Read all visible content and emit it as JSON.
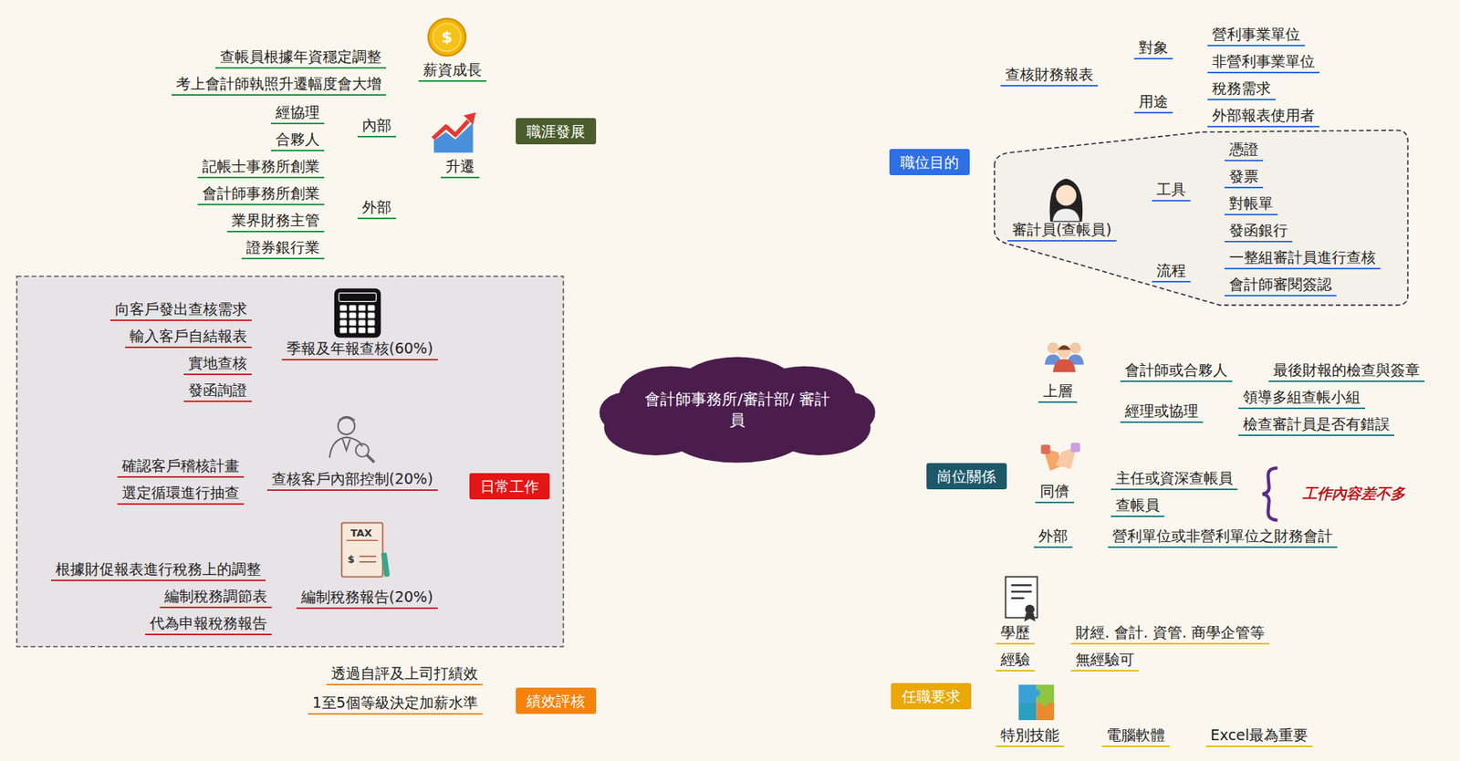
{
  "diagram": {
    "nodes": [
      {
        "text": [
          "會計師事務所/審計部/ 審計員"
        ]
      },
      {
        "text": [
          "職位目的"
        ]
      },
      {
        "text": [
          "查核財務報表"
        ]
      },
      {
        "text": [
          "對象"
        ]
      },
      {
        "text": [
          "營利事業單位"
        ]
      },
      {
        "text": [
          "非營利事業單位"
        ]
      },
      {
        "text": [
          "用途"
        ]
      },
      {
        "text": [
          "稅務需求"
        ]
      },
      {
        "text": [
          "外部報表使用者"
        ]
      },
      {
        "text": [
          "審計員(查帳員)"
        ]
      },
      {
        "text": [
          "工具"
        ]
      },
      {
        "text": [
          "憑證"
        ]
      },
      {
        "text": [
          "發票"
        ]
      },
      {
        "text": [
          "對帳單"
        ]
      },
      {
        "text": [
          "發函銀行"
        ]
      },
      {
        "text": [
          "流程"
        ]
      },
      {
        "text": [
          "一整組審計員進行查核"
        ]
      },
      {
        "text": [
          "會計師審閱簽認"
        ]
      },
      {
        "text": [
          "崗位關係"
        ]
      },
      {
        "text": [
          "上層"
        ]
      },
      {
        "text": [
          "會計師或合夥人"
        ]
      },
      {
        "text": [
          "最後財報的檢查與簽章"
        ]
      },
      {
        "text": [
          "經理或協理"
        ]
      },
      {
        "text": [
          "領導多組查帳小組"
        ]
      },
      {
        "text": [
          "檢查審計員是否有錯誤"
        ]
      },
      {
        "text": [
          "同儕"
        ]
      },
      {
        "text": [
          "主任或資深查帳員"
        ]
      },
      {
        "text": [
          "查帳員"
        ]
      },
      {
        "text": [
          "外部"
        ]
      },
      {
        "text": [
          "營利單位或非營利單位之財務會計"
        ]
      },
      {
        "text": [
          "任職要求"
        ]
      },
      {
        "text": [
          "學歷"
        ]
      },
      {
        "text": [
          "財經. 會計. 資管. 商學企管等"
        ]
      },
      {
        "text": [
          "經驗"
        ]
      },
      {
        "text": [
          "無經驗可"
        ]
      },
      {
        "text": [
          "特別技能"
        ]
      },
      {
        "text": [
          "電腦軟體"
        ]
      },
      {
        "text": [
          "Excel最為重要"
        ]
      },
      {
        "text": [
          "職涯發展"
        ]
      },
      {
        "text": [
          "薪資成長"
        ]
      },
      {
        "text": [
          "查帳員根據年資穩定調整"
        ]
      },
      {
        "text": [
          "考上會計師執照升遷幅度會大增"
        ]
      },
      {
        "text": [
          "升遷"
        ]
      },
      {
        "text": [
          "內部"
        ]
      },
      {
        "text": [
          "經協理"
        ]
      },
      {
        "text": [
          "合夥人"
        ]
      },
      {
        "text": [
          "外部"
        ]
      },
      {
        "text": [
          "記帳士事務所創業"
        ]
      },
      {
        "text": [
          "會計師事務所創業"
        ]
      },
      {
        "text": [
          "業界財務主管"
        ]
      },
      {
        "text": [
          "證券銀行業"
        ]
      },
      {
        "text": [
          "日常工作"
        ]
      },
      {
        "text": [
          "季報及年報查核(60%)"
        ]
      },
      {
        "text": [
          "向客戶發出查核需求"
        ]
      },
      {
        "text": [
          "輸入客戶自結報表"
        ]
      },
      {
        "text": [
          "實地查核"
        ]
      },
      {
        "text": [
          "發函詢證"
        ]
      },
      {
        "text": [
          "查核客戶內部控制(20%)"
        ]
      },
      {
        "text": [
          "確認客戶稽核計畫"
        ]
      },
      {
        "text": [
          "選定循環進行抽查"
        ]
      },
      {
        "text": [
          "編制稅務報告(20%)"
        ]
      },
      {
        "text": [
          "根據財促報表進行稅務上的調整"
        ]
      },
      {
        "text": [
          "編制稅務調節表"
        ]
      },
      {
        "text": [
          "代為申報稅務報告"
        ]
      },
      {
        "text": [
          "績效評核"
        ]
      },
      {
        "text": [
          "透過自評及上司打績效"
        ]
      },
      {
        "text": [
          "1至5個等級決定加薪水準"
        ]
      }
    ],
    "edges": [
      {
        "from": 0,
        "to": 1,
        "arrow": "none"
      },
      {
        "from": 1,
        "to": 2,
        "arrow": "none"
      },
      {
        "from": 2,
        "to": 3,
        "arrow": "none"
      },
      {
        "from": 3,
        "to": 4,
        "arrow": "none"
      },
      {
        "from": 3,
        "to": 5,
        "arrow": "none"
      },
      {
        "from": 2,
        "to": 6,
        "arrow": "none"
      },
      {
        "from": 6,
        "to": 7,
        "arrow": "none"
      },
      {
        "from": 6,
        "to": 8,
        "arrow": "none"
      },
      {
        "from": 1,
        "to": 9,
        "arrow": "none"
      },
      {
        "from": 9,
        "to": 10,
        "arrow": "none"
      },
      {
        "from": 10,
        "to": 11,
        "arrow": "none"
      },
      {
        "from": 10,
        "to": 12,
        "arrow": "none"
      },
      {
        "from": 10,
        "to": 13,
        "arrow": "none"
      },
      {
        "from": 10,
        "to": 14,
        "arrow": "none"
      },
      {
        "from": 9,
        "to": 15,
        "arrow": "none"
      },
      {
        "from": 15,
        "to": 16,
        "arrow": "none"
      },
      {
        "from": 15,
        "to": 17,
        "arrow": "none"
      },
      {
        "from": 0,
        "to": 18,
        "arrow": "none"
      },
      {
        "from": 18,
        "to": 19,
        "arrow": "none"
      },
      {
        "from": 19,
        "to": 20,
        "arrow": "none"
      },
      {
        "from": 20,
        "to": 21,
        "arrow": "none"
      },
      {
        "from": 19,
        "to": 22,
        "arrow": "none"
      },
      {
        "from": 22,
        "to": 23,
        "arrow": "none"
      },
      {
        "from": 22,
        "to": 24,
        "arrow": "none"
      },
      {
        "from": 18,
        "to": 25,
        "arrow": "none"
      },
      {
        "from": 25,
        "to": 26,
        "arrow": "none"
      },
      {
        "from": 25,
        "to": 27,
        "arrow": "none"
      },
      {
        "from": 18,
        "to": 28,
        "arrow": "none"
      },
      {
        "from": 28,
        "to": 29,
        "arrow": "none"
      },
      {
        "from": 0,
        "to": 30,
        "arrow": "none"
      },
      {
        "from": 30,
        "to": 31,
        "arrow": "none"
      },
      {
        "from": 31,
        "to": 32,
        "arrow": "none"
      },
      {
        "from": 30,
        "to": 33,
        "arrow": "none"
      },
      {
        "from": 33,
        "to": 34,
        "arrow": "none"
      },
      {
        "from": 30,
        "to": 35,
        "arrow": "none"
      },
      {
        "from": 35,
        "to": 36,
        "arrow": "none"
      },
      {
        "from": 36,
        "to": 37,
        "arrow": "none"
      },
      {
        "from": 0,
        "to": 38,
        "arrow": "none"
      },
      {
        "from": 38,
        "to": 39,
        "arrow": "none"
      },
      {
        "from": 39,
        "to": 40,
        "arrow": "none"
      },
      {
        "from": 39,
        "to": 41,
        "arrow": "none"
      },
      {
        "from": 38,
        "to": 42,
        "arrow": "none"
      },
      {
        "from": 42,
        "to": 43,
        "arrow": "none"
      },
      {
        "from": 43,
        "to": 44,
        "arrow": "none"
      },
      {
        "from": 43,
        "to": 45,
        "arrow": "none"
      },
      {
        "from": 42,
        "to": 46,
        "arrow": "none"
      },
      {
        "from": 46,
        "to": 47,
        "arrow": "none"
      },
      {
        "from": 46,
        "to": 48,
        "arrow": "none"
      },
      {
        "from": 46,
        "to": 49,
        "arrow": "none"
      },
      {
        "from": 46,
        "to": 50,
        "arrow": "none"
      },
      {
        "from": 0,
        "to": 51,
        "arrow": "none"
      },
      {
        "from": 51,
        "to": 52,
        "arrow": "none"
      },
      {
        "from": 52,
        "to": 53,
        "arrow": "none"
      },
      {
        "from": 52,
        "to": 54,
        "arrow": "none"
      },
      {
        "from": 52,
        "to": 55,
        "arrow": "none"
      },
      {
        "from": 52,
        "to": 56,
        "arrow": "none"
      },
      {
        "from": 51,
        "to": 57,
        "arrow": "none"
      },
      {
        "from": 57,
        "to": 58,
        "arrow": "none"
      },
      {
        "from": 57,
        "to": 59,
        "arrow": "none"
      },
      {
        "from": 51,
        "to": 60,
        "arrow": "none"
      },
      {
        "from": 60,
        "to": 61,
        "arrow": "none"
      },
      {
        "from": 60,
        "to": 62,
        "arrow": "none"
      },
      {
        "from": 60,
        "to": 63,
        "arrow": "none"
      },
      {
        "from": 0,
        "to": 64,
        "arrow": "none"
      },
      {
        "from": 64,
        "to": 65,
        "arrow": "none"
      },
      {
        "from": 64,
        "to": 66,
        "arrow": "none"
      }
    ],
    "labels": [
      "工作內容差不多",
      "$",
      "TAX",
      "$"
    ]
  }
}
